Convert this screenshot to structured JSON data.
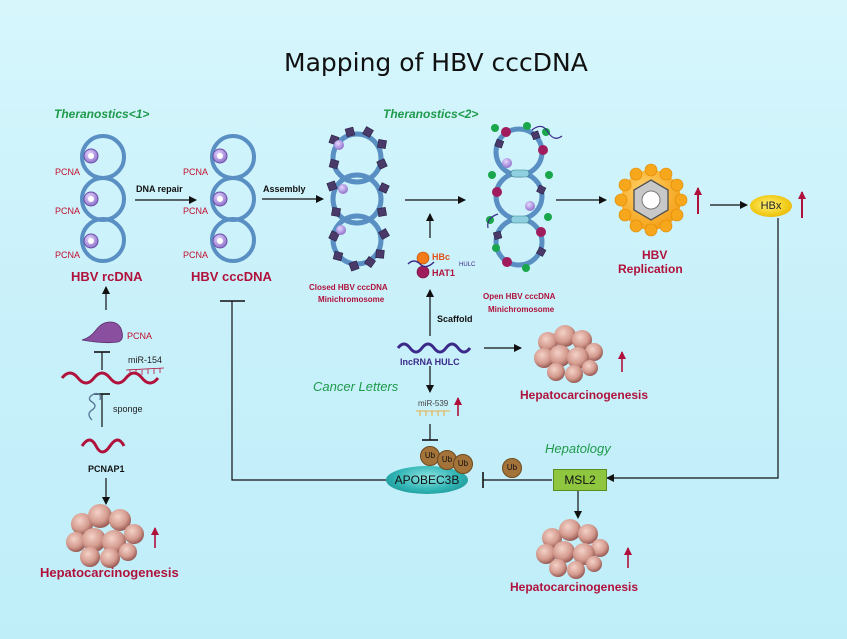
{
  "title": "Mapping of HBV cccDNA",
  "journals": {
    "theranostics1": "Theranostics<1>",
    "theranostics2": "Theranostics<2>",
    "cancer_letters": "Cancer Letters",
    "hepatology": "Hepatology"
  },
  "left_panel": {
    "pcna_label": "PCNA",
    "rcdna": "HBV rcDNA",
    "cccdna": "HBV cccDNA",
    "dna_repair": "DNA repair",
    "assembly": "Assembly",
    "pcna_protein": "PCNA",
    "mir154": "miR-154",
    "sponge": "sponge",
    "pcnap1": "PCNAP1",
    "hepatocarcinogenesis": "Hepatocarcinogenesis"
  },
  "center_panel": {
    "closed_mini_line1": "Closed HBV cccDNA",
    "closed_mini_line2": "Minichromosome",
    "open_mini_line1": "Open HBV cccDNA",
    "open_mini_line2": "Minichromosome",
    "hbc": "HBc",
    "hulc_small": "HULC",
    "hat1": "HAT1",
    "scaffold": "Scaffold",
    "lncrna": "lncRNA HULC",
    "mir539": "miR-539",
    "hepatocarcinogenesis": "Hepatocarcinogenesis",
    "apobec3b": "APOBEC3B",
    "ub": "Ub"
  },
  "right_panel": {
    "hbv_line1": "HBV",
    "hbv_line2": "Replication",
    "hbx": "HBx",
    "msl2": "MSL2",
    "hepatocarcinogenesis": "Hepatocarcinogenesis"
  },
  "colors": {
    "background": "#c9f2fb",
    "label_red": "#b0123b",
    "journal_green": "#1e9a4a",
    "up_arrow": "#b0103c",
    "ring_blue": "#5a8fc4",
    "tumor": "#d9a39a"
  }
}
